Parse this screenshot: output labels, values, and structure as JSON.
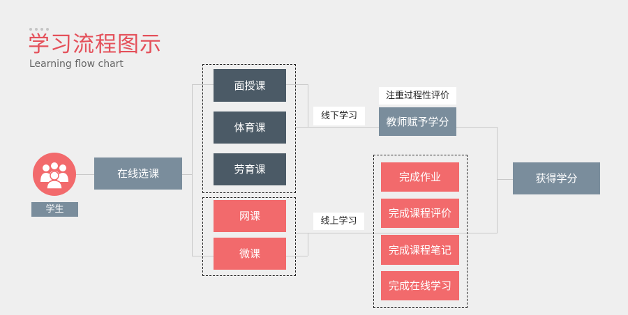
{
  "header": {
    "title": "学习流程图示",
    "subtitle": "Learning flow chart"
  },
  "student": {
    "label": "学生",
    "icon": "users-icon"
  },
  "select_course": "在线选课",
  "offline_courses": [
    "面授课",
    "体育课",
    "劳育课"
  ],
  "online_courses": [
    "网课",
    "微课"
  ],
  "offline_label": "线下学习",
  "online_label": "线上学习",
  "process_eval": "注重过程性评价",
  "teacher_credit": "教师赋予学分",
  "online_tasks": [
    "完成作业",
    "完成课程评价",
    "完成课程笔记",
    "完成在线学习"
  ],
  "result": "获得学分",
  "colors": {
    "red": "#f26a6c",
    "dark": "#4b5a66",
    "slate": "#7a8d9c",
    "title": "#e4505a"
  }
}
